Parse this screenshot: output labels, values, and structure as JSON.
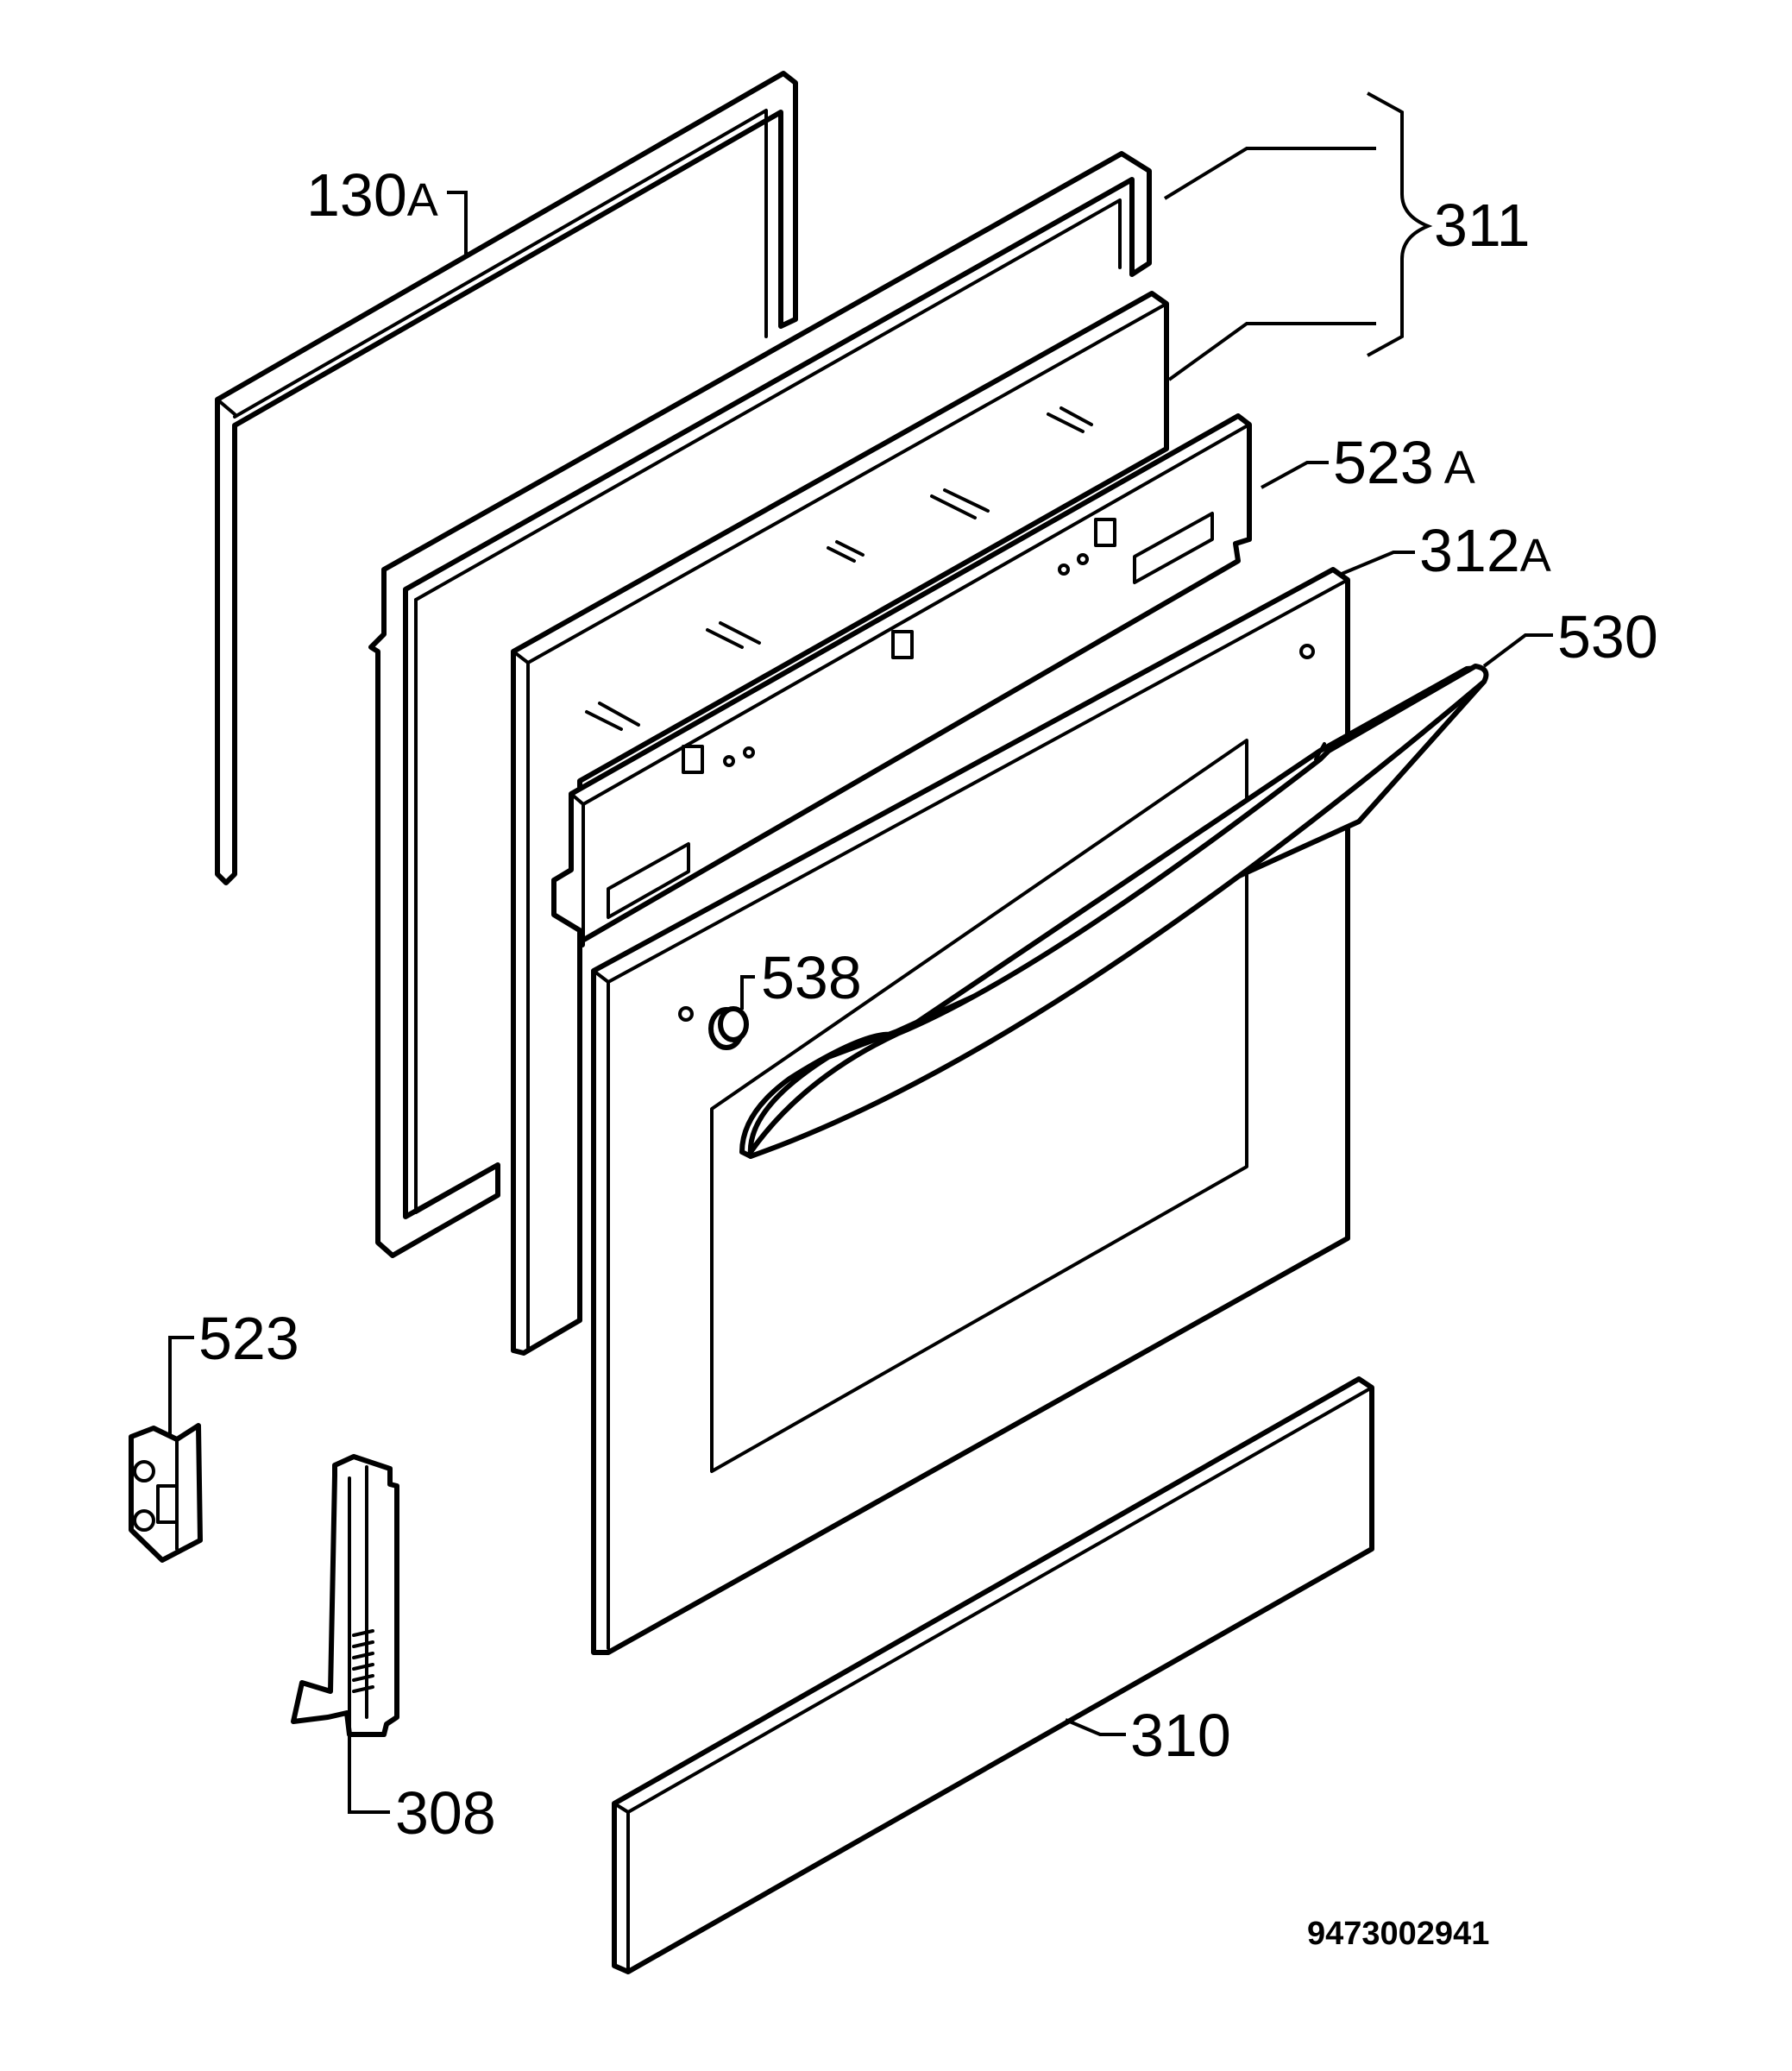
{
  "diagram": {
    "drawing_number": "9473002941",
    "callouts": {
      "gasket": {
        "number": "130",
        "suffix": "A"
      },
      "glass_set": {
        "number": "311",
        "suffix": ""
      },
      "panel_bracket": {
        "number": "523",
        "suffix": "A"
      },
      "door_glass": {
        "number": "312",
        "suffix": "A"
      },
      "handle": {
        "number": "530",
        "suffix": ""
      },
      "spacer": {
        "number": "538",
        "suffix": ""
      },
      "hinge_receiver": {
        "number": "523",
        "suffix": ""
      },
      "hinge": {
        "number": "308",
        "suffix": ""
      },
      "bottom_trim": {
        "number": "310",
        "suffix": ""
      }
    }
  }
}
